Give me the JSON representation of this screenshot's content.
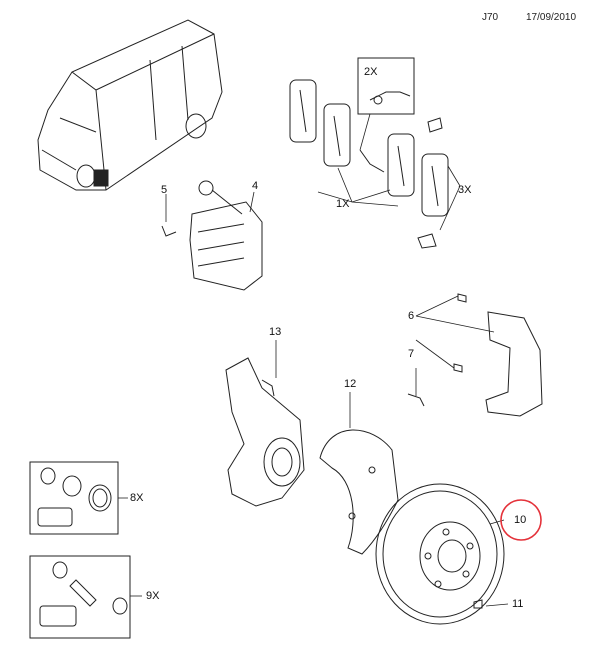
{
  "header": {
    "code": "J70",
    "date": "17/09/2010"
  },
  "callouts": [
    {
      "id": "2x",
      "text": "2X"
    },
    {
      "id": "1x",
      "text": "1X"
    },
    {
      "id": "3x",
      "text": "3X"
    },
    {
      "id": "5",
      "text": "5"
    },
    {
      "id": "4",
      "text": "4"
    },
    {
      "id": "6",
      "text": "6"
    },
    {
      "id": "7",
      "text": "7"
    },
    {
      "id": "13",
      "text": "13"
    },
    {
      "id": "12",
      "text": "12"
    },
    {
      "id": "8x",
      "text": "8X"
    },
    {
      "id": "9x",
      "text": "9X"
    },
    {
      "id": "10",
      "text": "10",
      "highlight_color": "#e4323a"
    },
    {
      "id": "11",
      "text": "11"
    }
  ]
}
